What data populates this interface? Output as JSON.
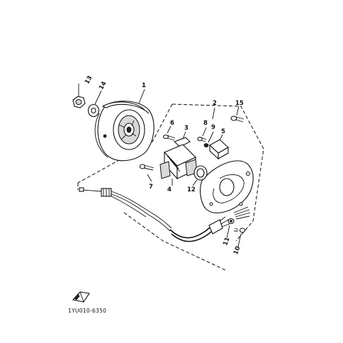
{
  "part_labels": [
    "1",
    "2",
    "3",
    "4",
    "5",
    "6",
    "7",
    "8",
    "9",
    "10",
    "11",
    "12",
    "13",
    "14",
    "15"
  ],
  "drawing_code": "1YU010-6350",
  "colors": {
    "ink": "#111111",
    "background": "#ffffff"
  }
}
